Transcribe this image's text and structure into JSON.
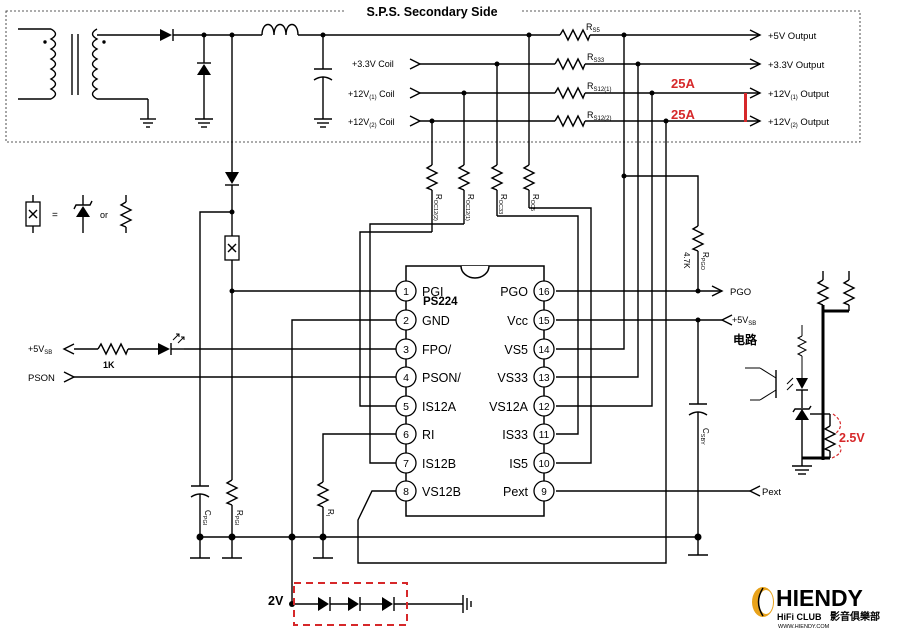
{
  "title": "S.P.S. Secondary Side",
  "ic": {
    "name": "PS224",
    "left_pins": [
      {
        "num": "1",
        "label": "PGI"
      },
      {
        "num": "2",
        "label": "GND"
      },
      {
        "num": "3",
        "label": "FPO/"
      },
      {
        "num": "4",
        "label": "PSON/"
      },
      {
        "num": "5",
        "label": "IS12A"
      },
      {
        "num": "6",
        "label": "RI"
      },
      {
        "num": "7",
        "label": "IS12B"
      },
      {
        "num": "8",
        "label": "VS12B"
      }
    ],
    "right_pins": [
      {
        "num": "16",
        "label": "PGO"
      },
      {
        "num": "15",
        "label": "Vcc"
      },
      {
        "num": "14",
        "label": "VS5"
      },
      {
        "num": "13",
        "label": "VS33"
      },
      {
        "num": "12",
        "label": "VS12A"
      },
      {
        "num": "11",
        "label": "IS33"
      },
      {
        "num": "10",
        "label": "IS5"
      },
      {
        "num": "9",
        "label": "Pext"
      }
    ]
  },
  "outputs": {
    "out5v": "+5V Output",
    "out33": "+3.3V Output",
    "out12a_main": "+12V",
    "out12a_sub": "(1)",
    "out12a_tail": " Output",
    "out12b_main": "+12V",
    "out12b_sub": "(2)",
    "out12b_tail": " Output"
  },
  "coils": {
    "c33": "+3.3V Coil",
    "c12a_main": "+12V",
    "c12a_sub": "(1)",
    "c12a_tail": " Coil",
    "c12b_main": "+12V",
    "c12b_sub": "(2)",
    "c12b_tail": " Coil"
  },
  "resistors": {
    "rs5_main": "R",
    "rs5_sub": "S5",
    "rs33_main": "R",
    "rs33_sub": "S33",
    "rs12a_main": "R",
    "rs12a_sub": "S12(1)",
    "rs12b_main": "R",
    "rs12b_sub": "S12(2)",
    "roc122_main": "R",
    "roc122_sub": "OC12(2)",
    "roc121_main": "R",
    "roc121_sub": "OC12(1)",
    "roc33_main": "R",
    "roc33_sub": "OC33",
    "roc5_main": "R",
    "roc5_sub": "OC5",
    "rpgo_main": "R",
    "rpgo_sub": "PGO",
    "rpgo_value": "4.7K",
    "rpgi_main": "R",
    "rpgi_sub": "PGI",
    "ri_main": "R",
    "ri_sub": "I",
    "r1k": "1K"
  },
  "caps": {
    "cpgi_main": "C",
    "cpgi_sub": "PGI",
    "csby_main": "C",
    "csby_sub": "SBY"
  },
  "signals": {
    "pgo": "PGO",
    "v5sb_right_main": "+5V",
    "v5sb_right_sub": "SB",
    "v5sb_left_main": "+5V",
    "v5sb_left_sub": "SB",
    "pson": "PSON",
    "pext": "Pext",
    "circuit_cn": "电路"
  },
  "legend": {
    "equals": "=",
    "or": "or"
  },
  "annotations": {
    "amp_a": "25A",
    "amp_b": "25A",
    "v_25": "2.5V",
    "v_2": "2V"
  },
  "logo": {
    "brand": "HIENDY",
    "sub": "HiFi CLUB",
    "cn": "影音俱樂部",
    "url": "WWW.HIENDY.COM"
  },
  "colors": {
    "accent_red": "#d6282a",
    "logo_orange": "#e8a21a",
    "ink": "#000000"
  }
}
